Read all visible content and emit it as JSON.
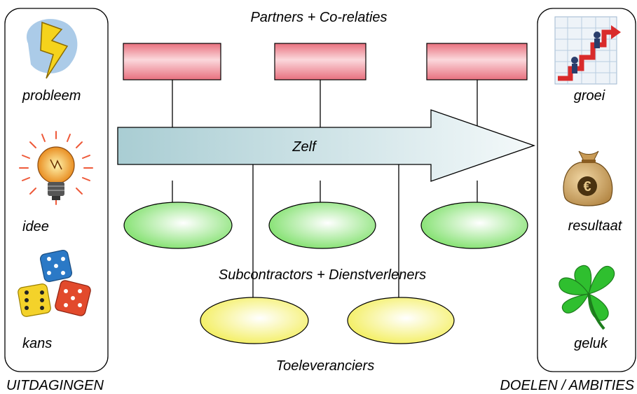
{
  "left_panel": {
    "footer": "UITDAGINGEN",
    "items": [
      {
        "label": "probleem",
        "icon": "lightning-bolt-icon"
      },
      {
        "label": "idee",
        "icon": "light-bulb-icon"
      },
      {
        "label": "kans",
        "icon": "dice-icon"
      }
    ]
  },
  "right_panel": {
    "footer": "DOELEN / AMBITIES",
    "items": [
      {
        "label": "groei",
        "icon": "growth-chart-icon"
      },
      {
        "label": "resultaat",
        "icon": "money-bag-icon"
      },
      {
        "label": "geluk",
        "icon": "four-leaf-clover-icon"
      }
    ]
  },
  "center": {
    "partners_label": "Partners + Co-relaties",
    "arrow_label": "Zelf",
    "subcontractors_label": "Subcontractors + Dienstverleners",
    "suppliers_label": "Toeleveranciers"
  },
  "colors": {
    "partner_box": "#f0a0a8",
    "subcontractor_ellipse": "#8ee67a",
    "supplier_ellipse": "#f4f07a",
    "arrow": "#bfd9df"
  }
}
